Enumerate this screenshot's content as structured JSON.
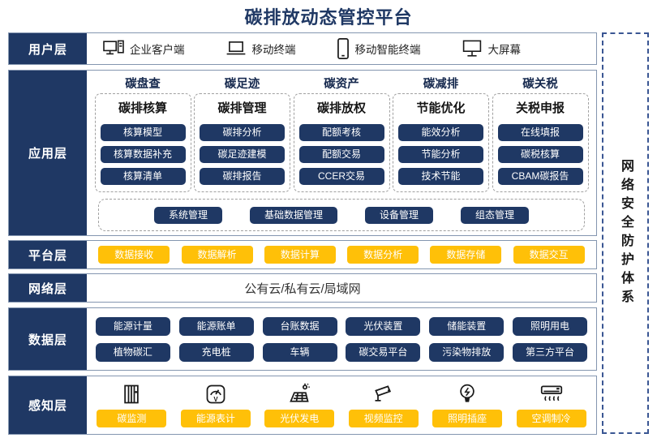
{
  "title": "碳排放动态管控平台",
  "colors": {
    "navy": "#1f3864",
    "yellow": "#ffc008",
    "row_border": "#8496b0",
    "security_border": "#3a5693"
  },
  "layers": {
    "user": {
      "label": "用户层",
      "items": [
        {
          "icon": "desktop-pc-icon",
          "label": "企业客户端"
        },
        {
          "icon": "laptop-icon",
          "label": "移动终端"
        },
        {
          "icon": "smartphone-icon",
          "label": "移动智能终端"
        },
        {
          "icon": "big-screen-icon",
          "label": "大屏幕"
        }
      ]
    },
    "app": {
      "label": "应用层",
      "columns": [
        {
          "category": "碳盘查",
          "module": "碳排核算",
          "items": [
            "核算模型",
            "核算数据补充",
            "核算清单"
          ]
        },
        {
          "category": "碳足迹",
          "module": "碳排管理",
          "items": [
            "碳排分析",
            "碳足迹建模",
            "碳排报告"
          ]
        },
        {
          "category": "碳资产",
          "module": "碳排放权",
          "items": [
            "配额考核",
            "配额交易",
            "CCER交易"
          ]
        },
        {
          "category": "碳减排",
          "module": "节能优化",
          "items": [
            "能效分析",
            "节能分析",
            "技术节能"
          ]
        },
        {
          "category": "碳关税",
          "module": "关税申报",
          "items": [
            "在线填报",
            "碳税核算",
            "CBAM碳报告"
          ]
        }
      ],
      "common": [
        "系统管理",
        "基础数据管理",
        "设备管理",
        "组态管理"
      ]
    },
    "platform": {
      "label": "平台层",
      "items": [
        "数据接收",
        "数据解析",
        "数据计算",
        "数据分析",
        "数据存储",
        "数据交互"
      ]
    },
    "network": {
      "label": "网络层",
      "text": "公有云/私有云/局域网"
    },
    "data": {
      "label": "数据层",
      "rows": [
        [
          "能源计量",
          "能源账单",
          "台账数据",
          "光伏装置",
          "储能装置",
          "照明用电"
        ],
        [
          "植物碳汇",
          "充电桩",
          "车辆",
          "碳交易平台",
          "污染物排放",
          "第三方平台"
        ]
      ]
    },
    "perception": {
      "label": "感知层",
      "items": [
        {
          "icon": "carbon-monitor-icon",
          "label": "碳监测"
        },
        {
          "icon": "energy-meter-icon",
          "label": "能源表计",
          "icon_text": "V"
        },
        {
          "icon": "solar-panel-icon",
          "label": "光伏发电"
        },
        {
          "icon": "cctv-camera-icon",
          "label": "视频监控"
        },
        {
          "icon": "lightbulb-icon",
          "label": "照明插座"
        },
        {
          "icon": "air-conditioner-icon",
          "label": "空调制冷"
        }
      ]
    }
  },
  "security_panel": {
    "text": "网络安全防护体系"
  }
}
